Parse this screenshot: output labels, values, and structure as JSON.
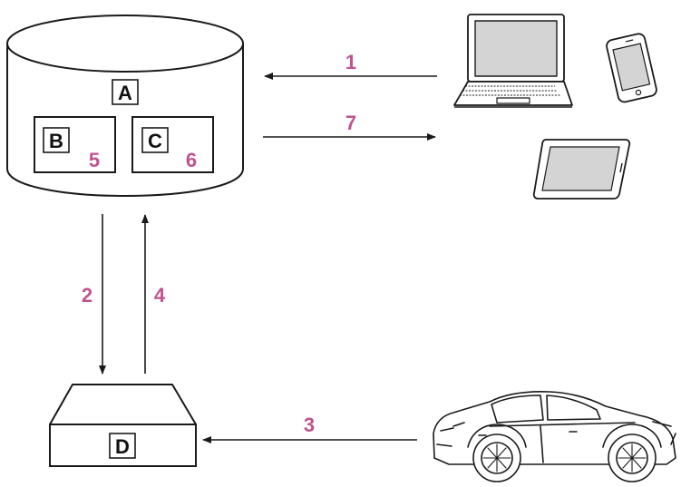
{
  "colors": {
    "step_number": "#c0538f",
    "stroke": "#1a1a1a",
    "screen_fill": "#d4d4d4"
  },
  "labels": {
    "A": "A",
    "B": "B",
    "C": "C",
    "D": "D"
  },
  "steps": {
    "s1": "1",
    "s2": "2",
    "s3": "3",
    "s4": "4",
    "s5": "5",
    "s6": "6",
    "s7": "7"
  },
  "icons": {
    "server": "database-cylinder-icon",
    "laptop": "laptop-icon",
    "phone": "smartphone-icon",
    "tablet": "tablet-icon",
    "device": "vehicle-module-icon",
    "car": "car-icon"
  }
}
